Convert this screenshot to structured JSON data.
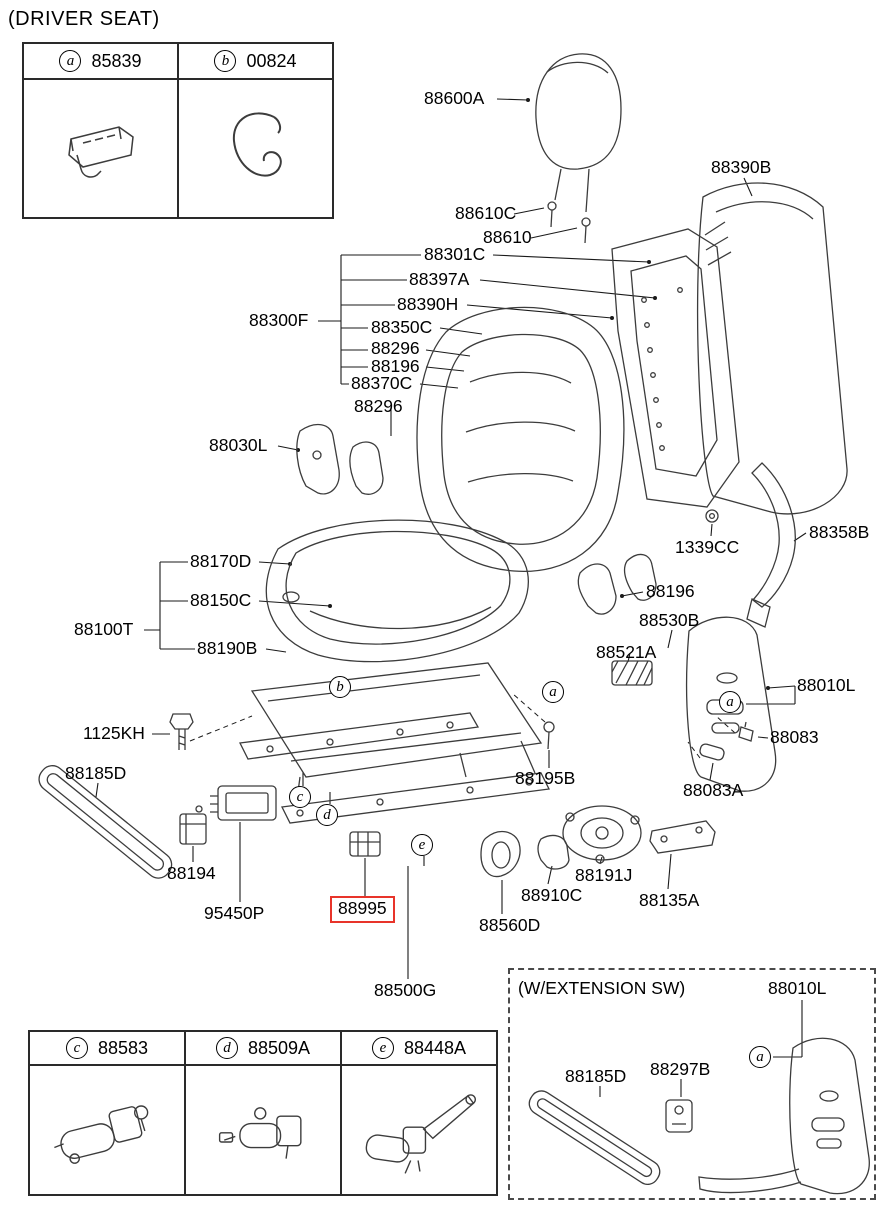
{
  "title": "(DRIVER SEAT)",
  "highlight": {
    "part": "88995",
    "color": "#e8342a"
  },
  "top_table": {
    "cells": [
      {
        "letter": "a",
        "part": "85839",
        "icon": "headrest-guide-clip-icon"
      },
      {
        "letter": "b",
        "part": "00824",
        "icon": "wire-clip-icon"
      }
    ]
  },
  "bottom_table": {
    "cells": [
      {
        "letter": "c",
        "part": "88583",
        "icon": "slide-motor-icon"
      },
      {
        "letter": "d",
        "part": "88509A",
        "icon": "recline-motor-icon"
      },
      {
        "letter": "e",
        "part": "88448A",
        "icon": "lift-motor-icon"
      }
    ]
  },
  "extension_box": {
    "title": "(W/EXTENSION SW)",
    "part_shield": "88010L",
    "part_strip": "88185D",
    "part_bracket": "88297B",
    "callout": "a"
  },
  "callouts": [
    {
      "letter": "b"
    },
    {
      "letter": "a"
    },
    {
      "letter": "a"
    },
    {
      "letter": "c"
    },
    {
      "letter": "d"
    },
    {
      "letter": "e"
    }
  ],
  "labels": [
    {
      "text": "88600A"
    },
    {
      "text": "88610C"
    },
    {
      "text": "88610"
    },
    {
      "text": "88390B"
    },
    {
      "text": "88301C"
    },
    {
      "text": "88397A"
    },
    {
      "text": "88390H"
    },
    {
      "text": "88350C"
    },
    {
      "text": "88296"
    },
    {
      "text": "88196"
    },
    {
      "text": "88370C"
    },
    {
      "text": "88300F"
    },
    {
      "text": "88296"
    },
    {
      "text": "88030L"
    },
    {
      "text": "1339CC"
    },
    {
      "text": "88358B"
    },
    {
      "text": "88170D"
    },
    {
      "text": "88150C"
    },
    {
      "text": "88100T"
    },
    {
      "text": "88190B"
    },
    {
      "text": "88196"
    },
    {
      "text": "88530B"
    },
    {
      "text": "88521A"
    },
    {
      "text": "88010L"
    },
    {
      "text": "88083"
    },
    {
      "text": "88083A"
    },
    {
      "text": "1125KH"
    },
    {
      "text": "88185D"
    },
    {
      "text": "88195B"
    },
    {
      "text": "88194"
    },
    {
      "text": "95450P"
    },
    {
      "text": "88995"
    },
    {
      "text": "88910C"
    },
    {
      "text": "88191J"
    },
    {
      "text": "88135A"
    },
    {
      "text": "88560D"
    },
    {
      "text": "88500G"
    }
  ]
}
